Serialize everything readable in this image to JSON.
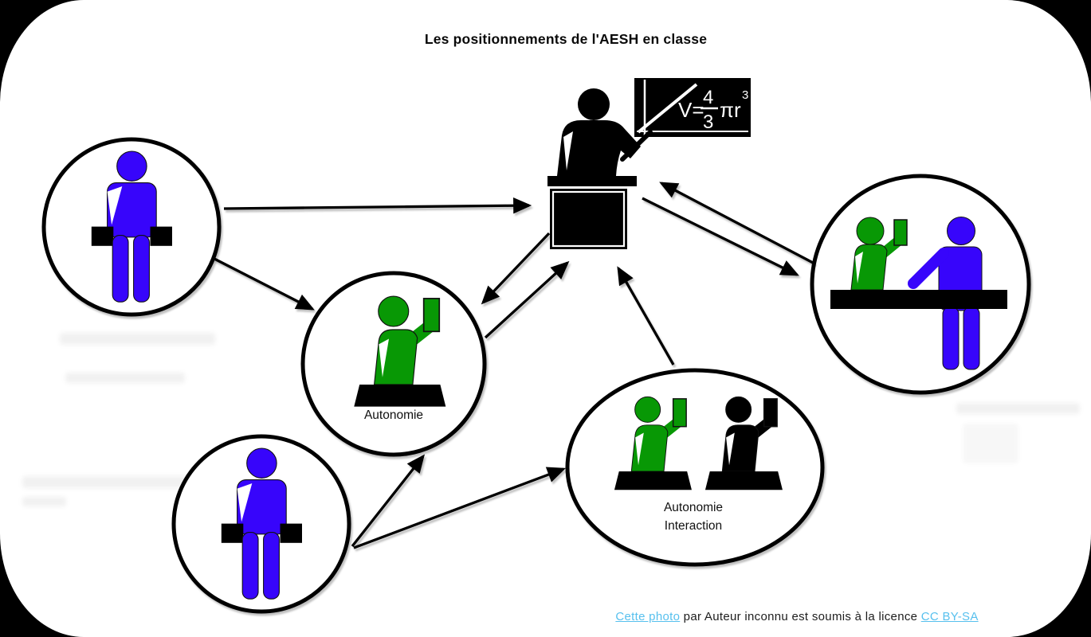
{
  "title": "Les positionnements de l'AESH en classe",
  "colors": {
    "student_blue": "#3705fb",
    "aesh_green": "#089805",
    "ink_black": "#000000",
    "link_blue": "#57c0ee",
    "background": "#ffffff",
    "frame": "#000000"
  },
  "blackboard": {
    "formula": {
      "lhs": "V=",
      "num": "4",
      "den": "3",
      "rhs": "πr",
      "exp": "3"
    }
  },
  "labels": {
    "autonomie": "Autonomie",
    "interaction_line1": "Autonomie",
    "interaction_line2": "Interaction"
  },
  "caption": {
    "link1": "Cette photo",
    "middle": " par Auteur inconnu est soumis à la licence ",
    "link2": "CC BY-SA"
  },
  "diagram": {
    "nodes": [
      {
        "id": "teacher-desk",
        "icon": "teacher-at-blackboard-icon",
        "label": ""
      },
      {
        "id": "student-alone-top",
        "icon": "standing-student-blue-icon",
        "label": ""
      },
      {
        "id": "autonomie",
        "icon": "student-at-desk-green-icon",
        "label": "Autonomie"
      },
      {
        "id": "student-alone-bottom",
        "icon": "standing-student-blue-icon",
        "label": ""
      },
      {
        "id": "autonomie-interaction",
        "icon": "two-students-at-desks-icon",
        "label": "Autonomie Interaction"
      },
      {
        "id": "aesh-beside-student",
        "icon": "aesh-helping-student-at-desk-icon",
        "label": ""
      }
    ],
    "edges": [
      {
        "from": "student-alone-top",
        "to": "teacher-desk"
      },
      {
        "from": "student-alone-top",
        "to": "autonomie"
      },
      {
        "from": "teacher-desk",
        "to": "autonomie"
      },
      {
        "from": "autonomie",
        "to": "teacher-desk"
      },
      {
        "from": "autonomie-interaction",
        "to": "teacher-desk"
      },
      {
        "from": "aesh-beside-student",
        "to": "teacher-desk"
      },
      {
        "from": "teacher-desk",
        "to": "aesh-beside-student"
      },
      {
        "from": "student-alone-bottom",
        "to": "autonomie"
      },
      {
        "from": "student-alone-bottom",
        "to": "autonomie-interaction"
      }
    ]
  }
}
